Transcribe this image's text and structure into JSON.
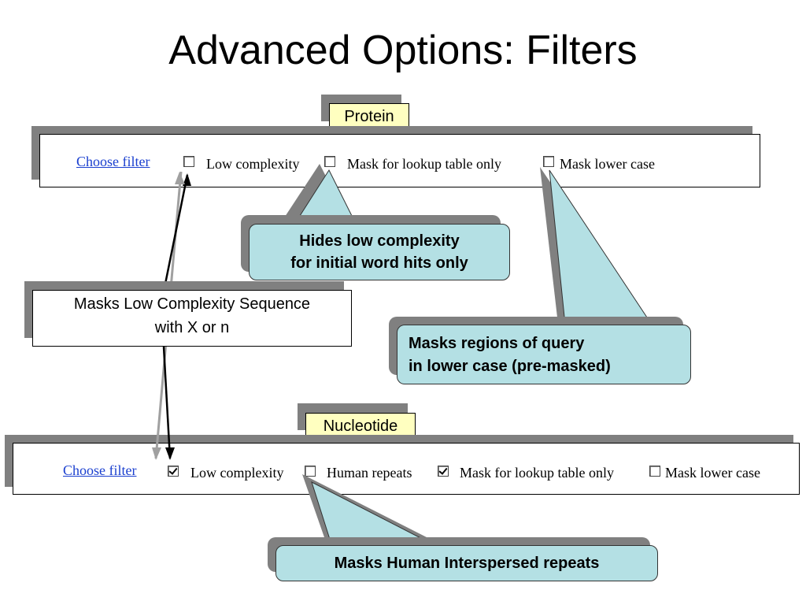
{
  "slide": {
    "title": "Advanced Options: Filters"
  },
  "protein": {
    "tag": "Protein",
    "choose_filter": "Choose filter",
    "options": [
      {
        "label": "Low complexity",
        "checked": false
      },
      {
        "label": "Mask for lookup table only",
        "checked": false
      },
      {
        "label": "Mask lower case",
        "checked": false
      }
    ]
  },
  "nucleotide": {
    "tag": "Nucleotide",
    "choose_filter": "Choose filter",
    "options": [
      {
        "label": "Low complexity",
        "checked": true
      },
      {
        "label": "Human repeats",
        "checked": false
      },
      {
        "label": "Mask for lookup table only",
        "checked": true
      },
      {
        "label": "Mask lower case",
        "checked": false
      }
    ]
  },
  "callouts": {
    "hides_low": [
      "Hides low complexity",
      "for initial word hits only"
    ],
    "masks_regions": [
      "Masks regions of query",
      "in lower case (pre-masked)"
    ],
    "masks_human": "Masks Human Interspersed repeats"
  },
  "note": {
    "line1": "Masks Low Complexity Sequence",
    "line2": "with X or n"
  },
  "colors": {
    "callout_fill": "#b4e0e4",
    "tag_fill": "#ffffc0",
    "shadow": "#808080",
    "link": "#1a3fcf"
  }
}
